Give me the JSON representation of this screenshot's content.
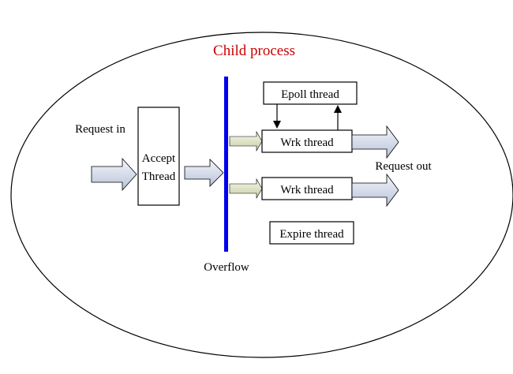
{
  "title": "Child process",
  "labels": {
    "request_in": "Request in",
    "accept_line1": "Accept",
    "accept_line2": "Thread",
    "overflow": "Overflow",
    "epoll": "Epoll thread",
    "wrk1": "Wrk thread",
    "wrk2": "Wrk thread",
    "request_out": "Request out",
    "expire": "Expire thread"
  },
  "colors": {
    "title": "#cc0000",
    "divider": "#0000ee",
    "stroke": "#000000",
    "arrow_fill_light": "#eef2fa",
    "arrow_fill_dark": "#bcc6dc",
    "olive_arrow_light": "#f2f4e6",
    "olive_arrow_dark": "#c8d0a8"
  }
}
